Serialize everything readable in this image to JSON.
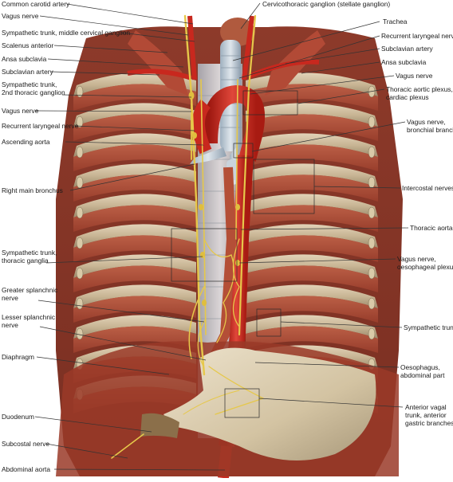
{
  "labels_left": [
    {
      "id": "common-carotid-artery",
      "lines": [
        "Common carotid artery"
      ]
    },
    {
      "id": "vagus-nerve-top",
      "lines": [
        "Vagus nerve"
      ]
    },
    {
      "id": "sympathetic-trunk-middle-cervical",
      "lines": [
        "Sympathetic trunk, middle cervical ganglion"
      ]
    },
    {
      "id": "scalenus-anterior",
      "lines": [
        "Scalenus anterior"
      ]
    },
    {
      "id": "ansa-subclavia-left",
      "lines": [
        "Ansa subclavia"
      ]
    },
    {
      "id": "subclavian-artery-left",
      "lines": [
        "Subclavian artery"
      ]
    },
    {
      "id": "sympathetic-trunk-2nd-thoracic",
      "lines": [
        "Sympathetic trunk,",
        "2nd thoracic ganglion"
      ]
    },
    {
      "id": "vagus-nerve-left",
      "lines": [
        "Vagus nerve"
      ]
    },
    {
      "id": "recurrent-laryngeal-left",
      "lines": [
        "Recurrent laryngeal nerve"
      ]
    },
    {
      "id": "ascending-aorta",
      "lines": [
        "Ascending aorta"
      ]
    },
    {
      "id": "right-main-bronchus",
      "lines": [
        "Right main bronchus"
      ]
    },
    {
      "id": "sympathetic-trunk-thoracic-ganglia",
      "lines": [
        "Sympathetic trunk,",
        "thoracic ganglia"
      ]
    },
    {
      "id": "greater-splanchnic",
      "lines": [
        "Greater splanchnic",
        "nerve"
      ]
    },
    {
      "id": "lesser-splanchnic",
      "lines": [
        "Lesser splanchnic",
        "nerve"
      ]
    },
    {
      "id": "diaphragm",
      "lines": [
        "Diaphragm"
      ]
    },
    {
      "id": "duodenum",
      "lines": [
        "Duodenum"
      ]
    },
    {
      "id": "subcostal-nerve",
      "lines": [
        "Subcostal nerve"
      ]
    },
    {
      "id": "abdominal-aorta",
      "lines": [
        "Abdominal aorta"
      ]
    }
  ],
  "labels_right": [
    {
      "id": "cervicothoracic-ganglion",
      "lines": [
        "Cervicothoracic ganglion (stellate ganglion)"
      ]
    },
    {
      "id": "trachea",
      "lines": [
        "Trachea"
      ]
    },
    {
      "id": "recurrent-laryngeal-right",
      "lines": [
        "Recurrent laryngeal nerve"
      ]
    },
    {
      "id": "subclavian-artery-right",
      "lines": [
        "Subclavian artery"
      ]
    },
    {
      "id": "ansa-subclavia-right",
      "lines": [
        "Ansa subclavia"
      ]
    },
    {
      "id": "vagus-nerve-right",
      "lines": [
        "Vagus nerve"
      ]
    },
    {
      "id": "thoracic-aortic-plexus",
      "lines": [
        "Thoracic aortic plexus,",
        "cardiac plexus"
      ]
    },
    {
      "id": "vagus-bronchial",
      "lines": [
        "Vagus nerve,",
        "bronchial branches"
      ]
    },
    {
      "id": "intercostal-nerves",
      "lines": [
        "Intercostal nerves"
      ]
    },
    {
      "id": "thoracic-aorta",
      "lines": [
        "Thoracic aorta"
      ]
    },
    {
      "id": "vagus-oesophageal",
      "lines": [
        "Vagus nerve,",
        "oesophageal plexus"
      ]
    },
    {
      "id": "sympathetic-trunk-right",
      "lines": [
        "Sympathetic trunk"
      ]
    },
    {
      "id": "oesophagus-abdominal",
      "lines": [
        "Oesophagus,",
        "abdominal part"
      ]
    },
    {
      "id": "anterior-vagal-trunk",
      "lines": [
        "Anterior vagal",
        "trunk, anterior",
        "gastric  branches"
      ]
    }
  ],
  "colors": {
    "rib": "#c9b79a",
    "intercostal_muscle": "#b0563f",
    "artery": "#c8281e",
    "nerve": "#e6c84a",
    "tissue": "#a9442f",
    "leader": "#333333"
  }
}
